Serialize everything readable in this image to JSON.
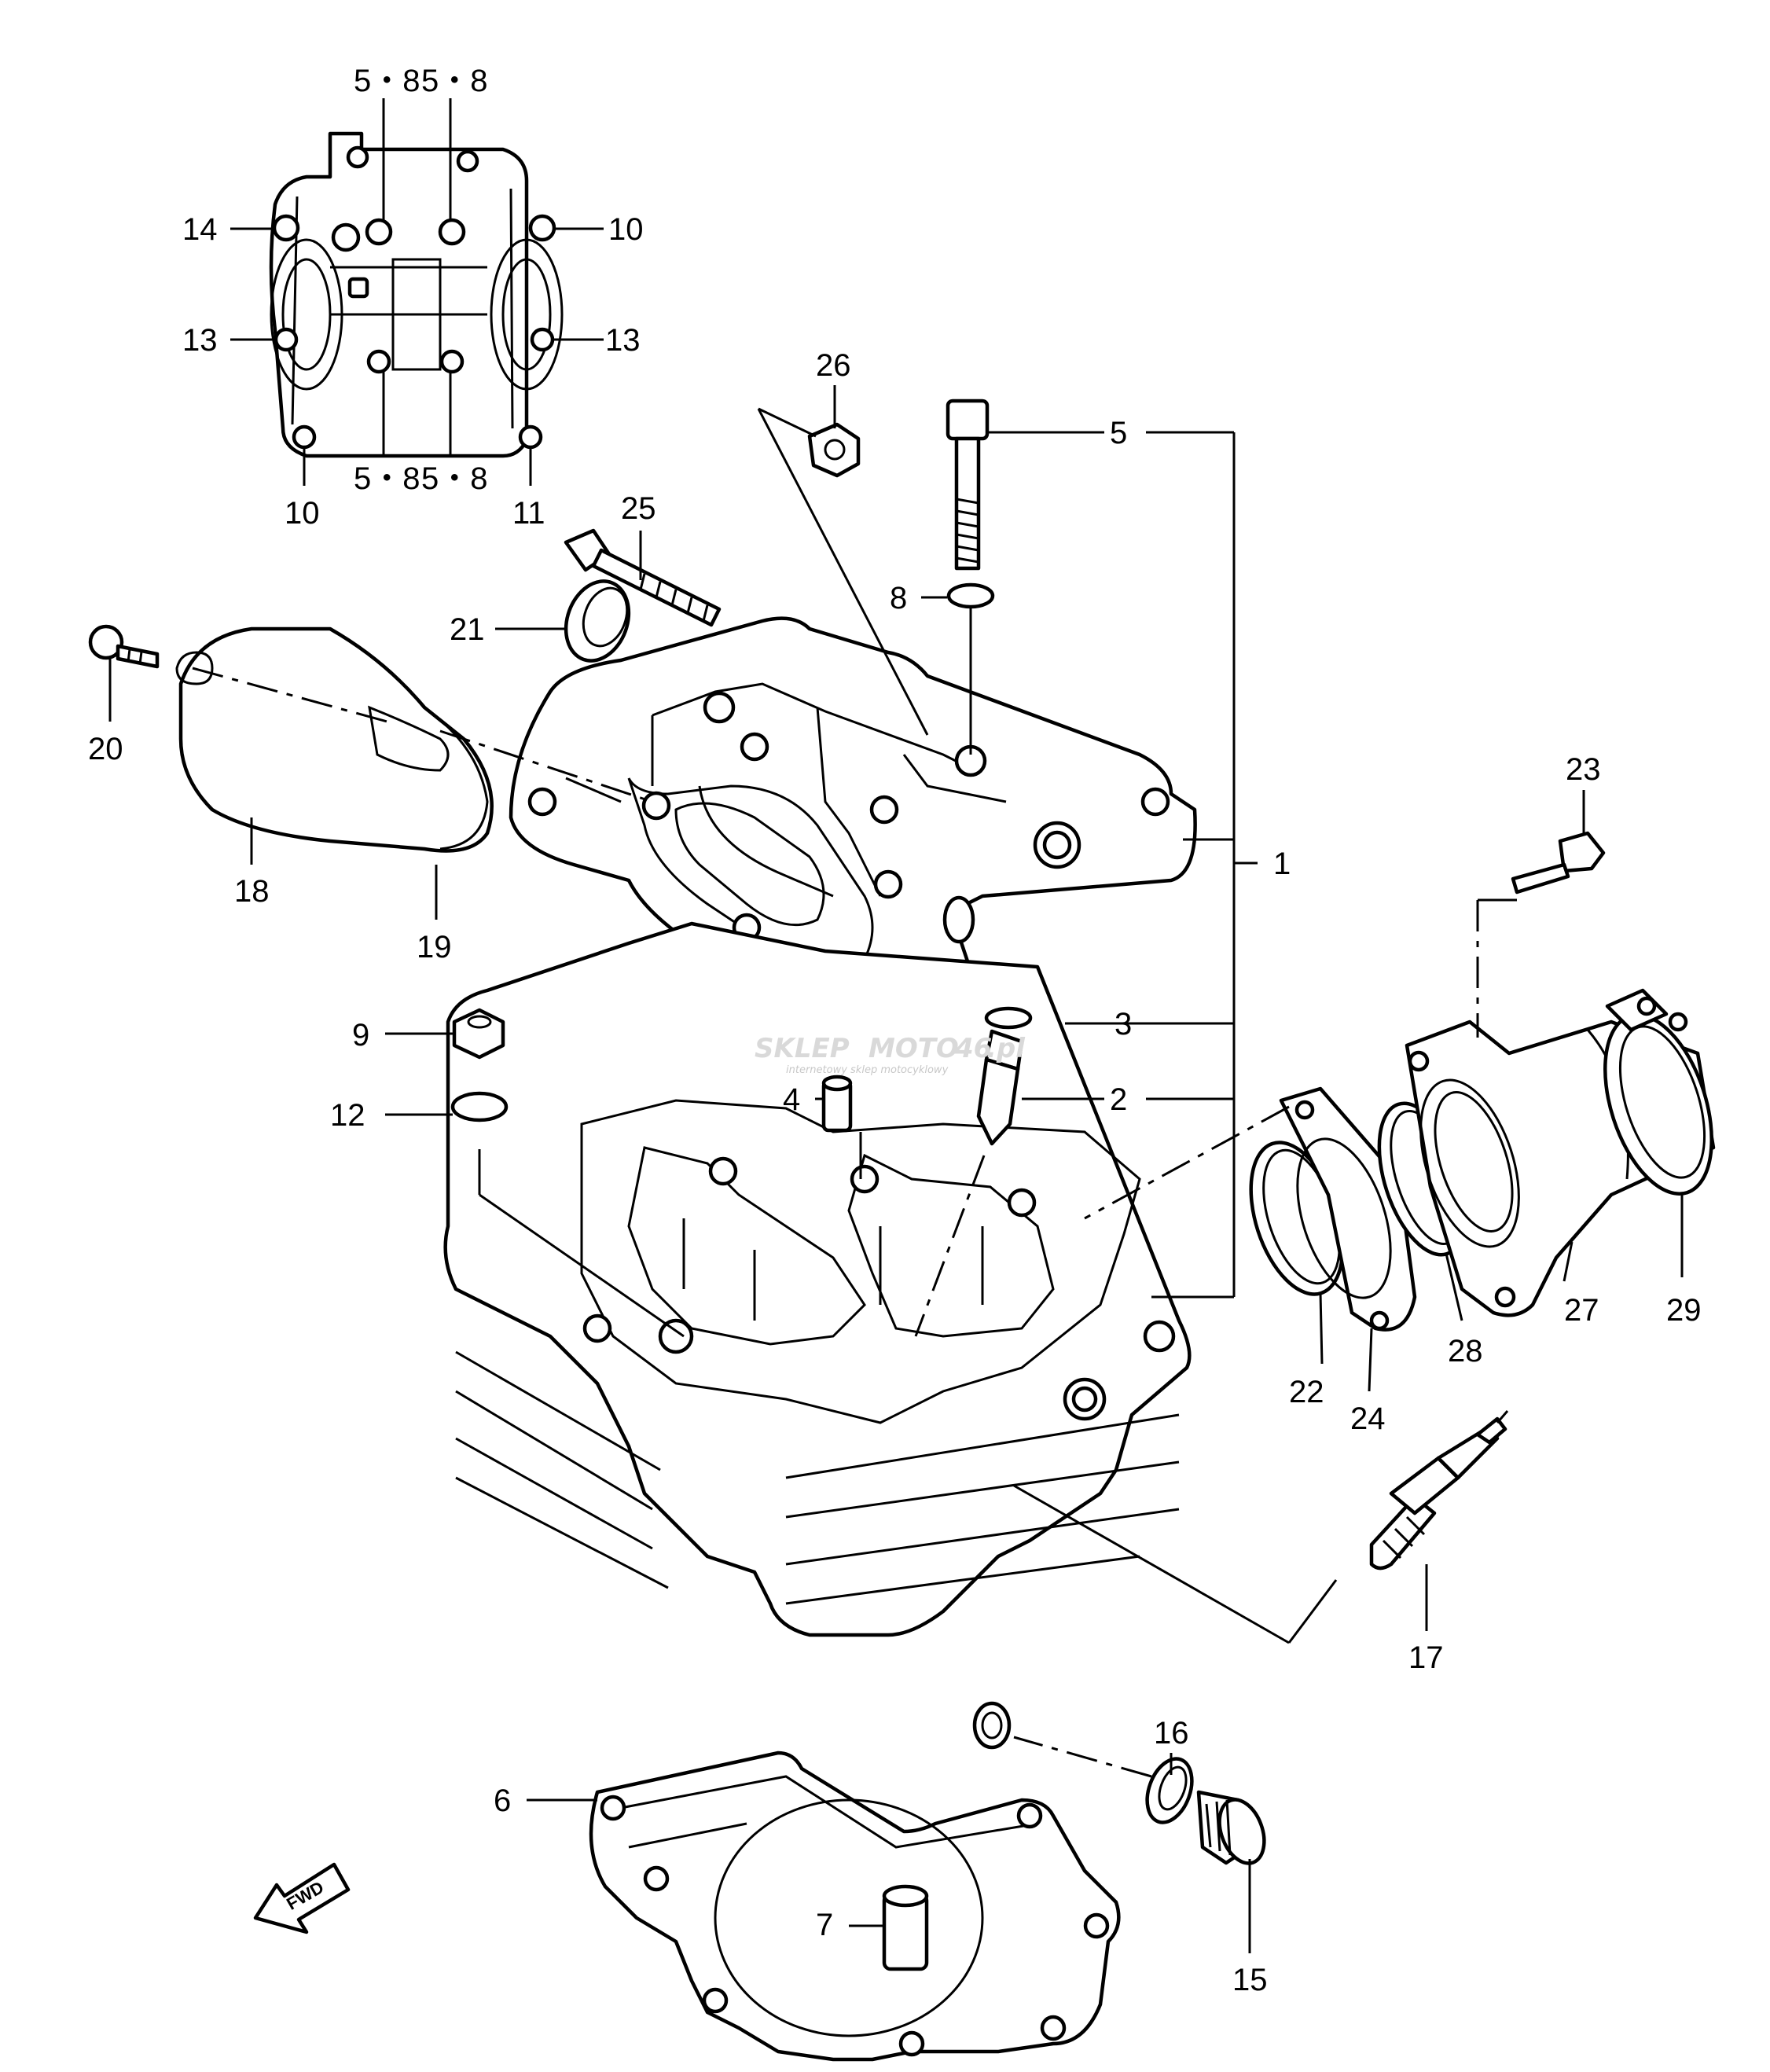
{
  "labels": {
    "l1": "1",
    "l2": "2",
    "l3": "3",
    "l4": "4",
    "l5": "5",
    "l6": "6",
    "l7": "7",
    "l8": "8",
    "l9": "9",
    "l12": "12",
    "l15": "15",
    "l16": "16",
    "l17": "17",
    "l18": "18",
    "l19": "19",
    "l20": "20",
    "l21": "21",
    "l22": "22",
    "l23": "23",
    "l24": "24",
    "l25": "25",
    "l26": "26",
    "l27": "27",
    "l28": "28",
    "l29": "29",
    "inset_14": "14",
    "inset_10_right": "10",
    "inset_13_left": "13",
    "inset_13_right": "13",
    "inset_10_bottom": "10",
    "inset_11": "11",
    "inset_58_tl": "5・8",
    "inset_58_tr": "5・8",
    "inset_58_bl": "5・8",
    "inset_58_br": "5・8"
  },
  "fwd_label": "FWD",
  "watermark": {
    "brand_a": "SKLEP",
    "brand_b": "MOTO",
    "brand_c": "46",
    "brand_d": ".pl",
    "tagline": "internetowy sklep motocyklowy",
    "brand_accent_color": "#e5a3a3"
  }
}
